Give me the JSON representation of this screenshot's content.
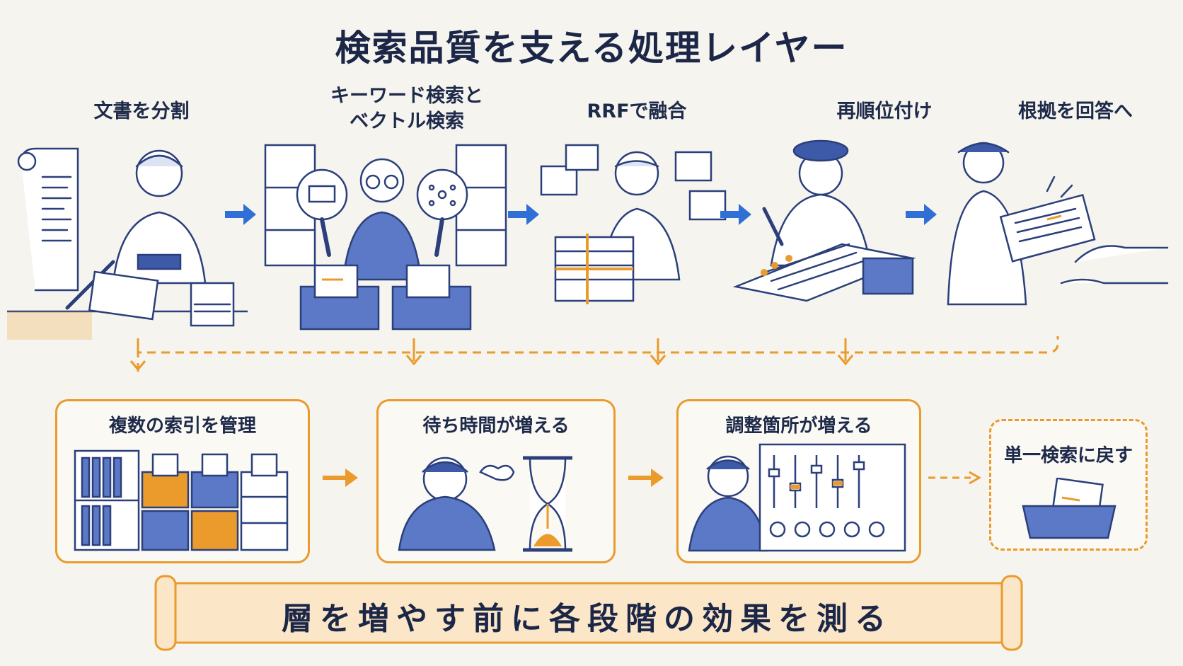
{
  "title": "検索品質を支える処理レイヤー",
  "steps": [
    {
      "label": "文書を分割"
    },
    {
      "label": "キーワード検索と\nベクトル検索"
    },
    {
      "label": "RRFで融合"
    },
    {
      "label": "再順位付け"
    },
    {
      "label": "根拠を回答へ"
    }
  ],
  "costs": [
    {
      "label": "複数の索引を管理"
    },
    {
      "label": "待ち時間が増える"
    },
    {
      "label": "調整箇所が増える"
    },
    {
      "label": "単一検索に戻す"
    }
  ],
  "banner": "層を増やす前に各段階の効果を測る",
  "colors": {
    "accent_orange": "#eb9a2c",
    "accent_blue": "#2f6fd6",
    "ink": "#1e2a4a",
    "paper": "#f6f4ef"
  }
}
